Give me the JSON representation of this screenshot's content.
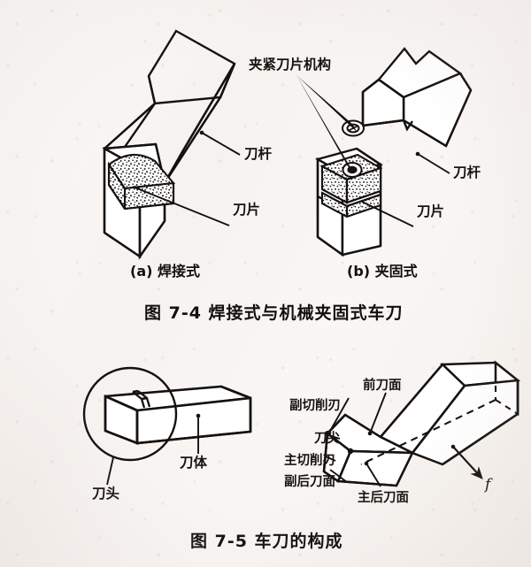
{
  "page": {
    "background_color": "#f8f5f3",
    "ink_color": "#141110",
    "type": "scanned-textbook-figure-page"
  },
  "figures": [
    {
      "id": "fig-7-4",
      "caption": "图 7-4    焊接式与机械夹固式车刀",
      "subfigures": [
        {
          "id": "a",
          "caption": "(a) 焊接式"
        },
        {
          "id": "b",
          "caption": "(b) 夹固式"
        }
      ],
      "labels": [
        {
          "name": "clamp-mechanism",
          "text": "夹紧刀片机构"
        },
        {
          "name": "tool-shank-a",
          "text": "刀杆"
        },
        {
          "name": "insert-a",
          "text": "刀片"
        },
        {
          "name": "tool-shank-b",
          "text": "刀杆"
        },
        {
          "name": "insert-b",
          "text": "刀片"
        }
      ]
    },
    {
      "id": "fig-7-5",
      "caption": "图 7-5    车刀的构成",
      "labels": [
        {
          "name": "tool-head",
          "text": "刀头"
        },
        {
          "name": "tool-body",
          "text": "刀体"
        },
        {
          "name": "rake-face",
          "text": "前刀面"
        },
        {
          "name": "minor-cutting-edge",
          "text": "副切削刃"
        },
        {
          "name": "tool-nose",
          "text": "刀尖"
        },
        {
          "name": "major-cutting-edge",
          "text": "主切削刃"
        },
        {
          "name": "minor-flank-face",
          "text": "副后刀面"
        },
        {
          "name": "major-flank-face",
          "text": "主后刀面"
        },
        {
          "name": "feed-direction",
          "text": "f"
        }
      ]
    }
  ]
}
